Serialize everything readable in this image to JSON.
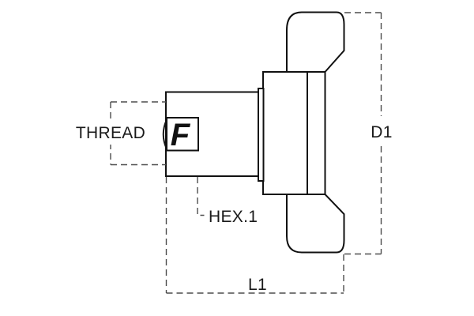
{
  "drawing": {
    "logo": {
      "letter": "F"
    },
    "dimensions": {
      "thread": {
        "label": "THREAD"
      },
      "hex": {
        "label": "HEX.1"
      },
      "diameter": {
        "label": "D1"
      },
      "length": {
        "label": "L1"
      }
    },
    "colors": {
      "background": "#ffffff",
      "outline": "#111111",
      "dimension_line": "#4d4d4d",
      "label_text": "#1a1a1a"
    }
  }
}
